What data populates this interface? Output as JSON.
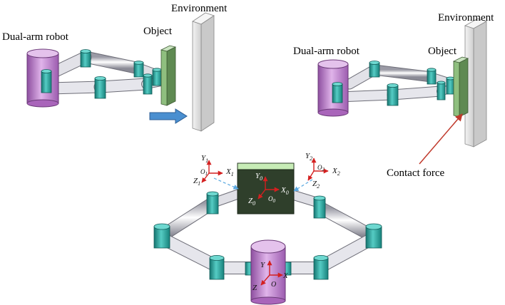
{
  "labels": {
    "environment_left": "Environment",
    "environment_right": "Environment",
    "object_left": "Object",
    "object_right": "Object",
    "robot_left": "Dual-arm robot",
    "robot_right": "Dual-arm robot",
    "contact_force": "Contact force"
  },
  "frames": {
    "f1": {
      "y": "Y",
      "y_sub": "1",
      "x": "X",
      "x_sub": "1",
      "z": "Z",
      "z_sub": "1",
      "o": "O",
      "o_sub": "1"
    },
    "f2": {
      "y": "Y",
      "y_sub": "2",
      "x": "X",
      "x_sub": "2",
      "z": "Z",
      "z_sub": "2",
      "o": "O",
      "o_sub": "2"
    },
    "f0": {
      "y": "Y",
      "y_sub": "0",
      "x": "X",
      "x_sub": "0",
      "z": "Z",
      "z_sub": "0",
      "o": "O",
      "o_sub": "0"
    },
    "base": {
      "y": "Y",
      "x": "X",
      "z": "Z",
      "o": "O"
    }
  },
  "colors": {
    "purple": "#c98ad6",
    "teal": "#2ea7a0",
    "link": "#d8d8de",
    "object": "#8fbf7f",
    "object_dark": "#2e3d2a",
    "wall": "#e4e4e4",
    "arrow_blue": "#4a8fd0",
    "frame_red": "#d42020",
    "force_red": "#c0392b",
    "dash_blue": "#5aa8e0"
  }
}
